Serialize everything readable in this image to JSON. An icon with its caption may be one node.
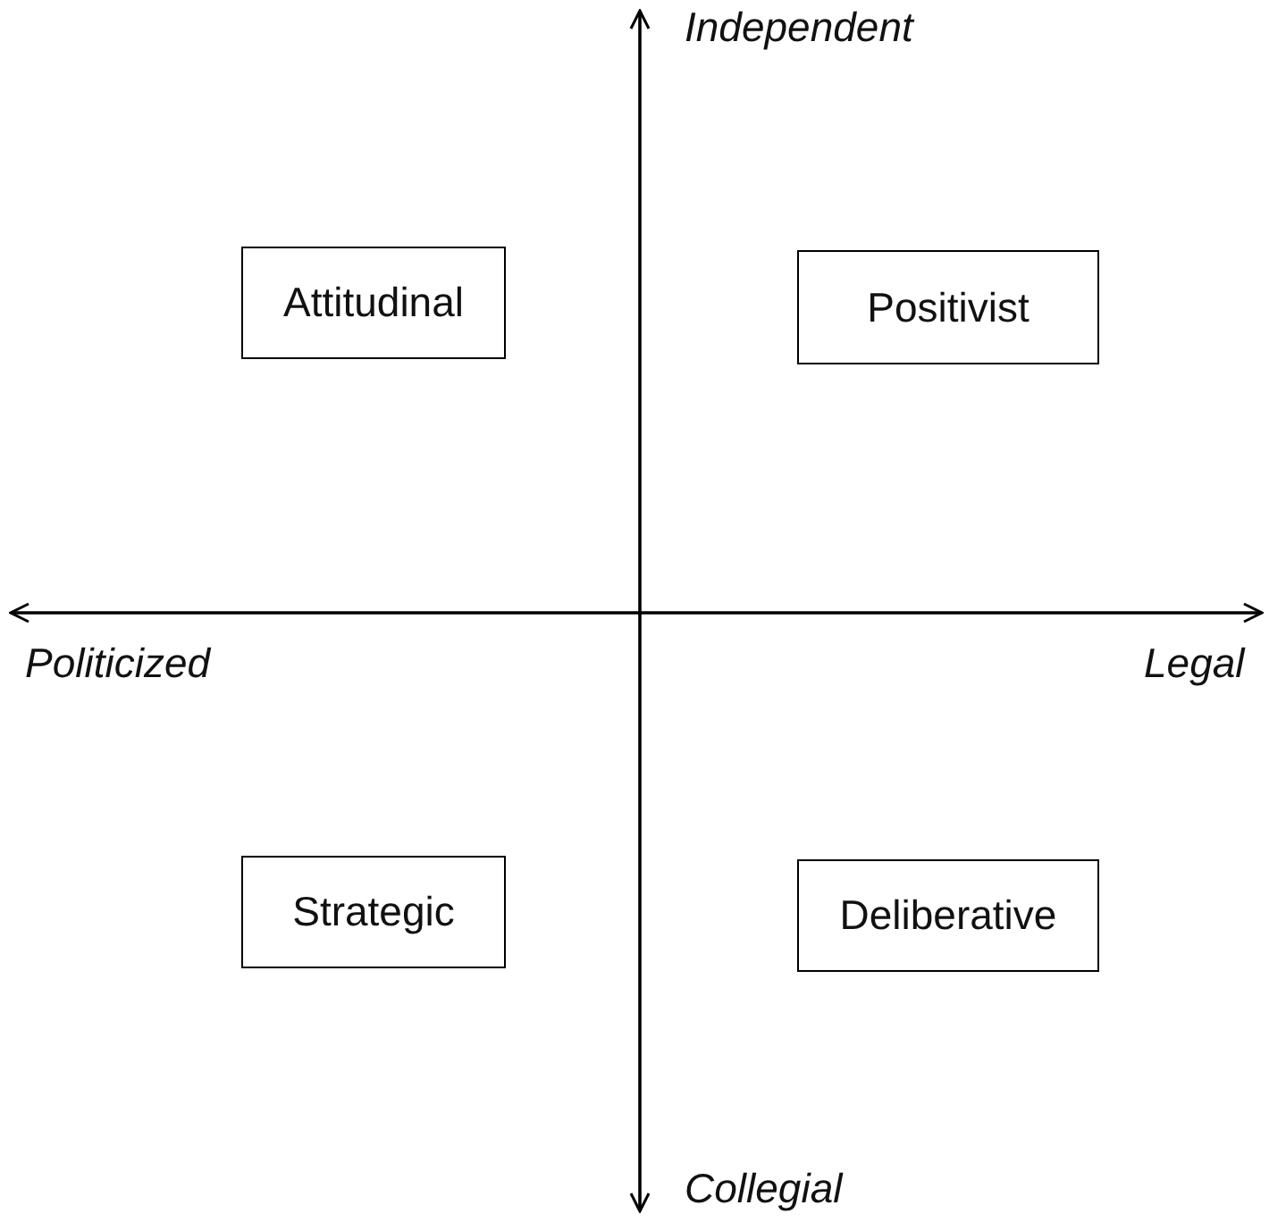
{
  "diagram": {
    "nodes": [
      {
        "text": [
          "Attitudinal"
        ]
      },
      {
        "text": [
          "Positivist"
        ]
      },
      {
        "text": [
          "Strategic"
        ]
      },
      {
        "text": [
          "Deliberative"
        ]
      }
    ],
    "labels": [
      "Independent",
      "Politicized",
      "Legal",
      "Collegial"
    ]
  }
}
